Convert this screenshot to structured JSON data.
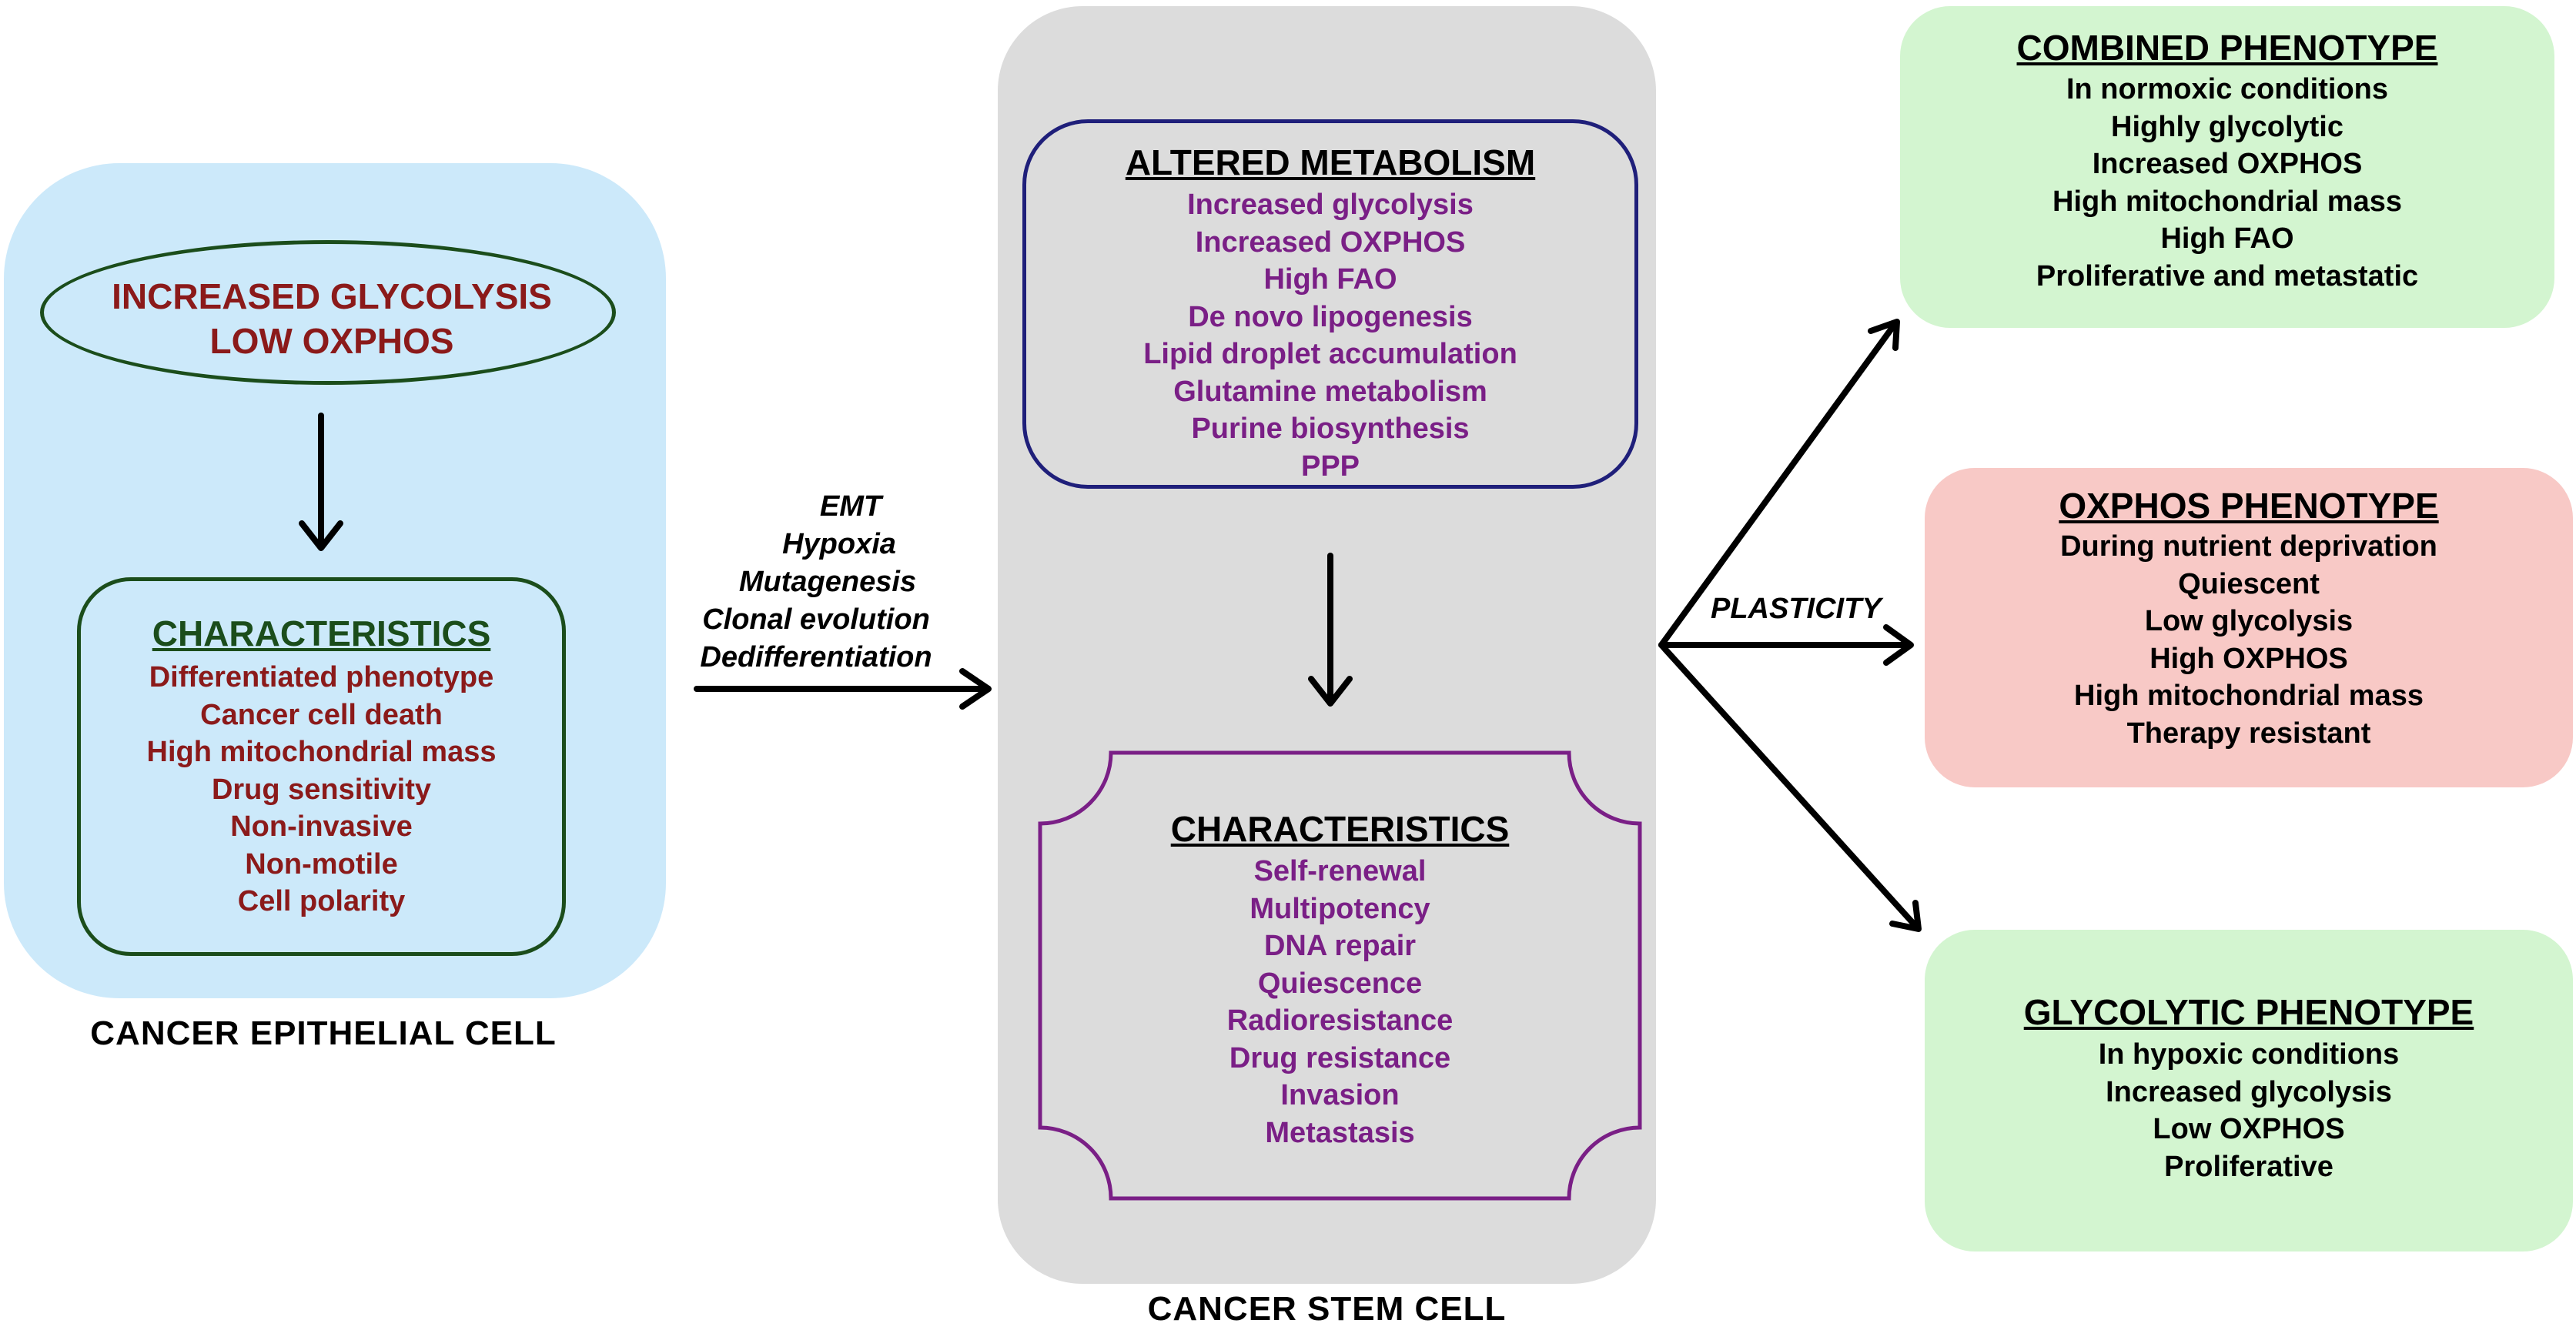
{
  "epithelial": {
    "caption": "CANCER  EPITHELIAL CELL",
    "oval_lines": [
      "INCREASED GLYCOLYSIS",
      "LOW OXPHOS"
    ],
    "characteristics_title": "CHARACTERISTICS",
    "characteristics": [
      "Differentiated phenotype",
      "Cancer cell death",
      "High mitochondrial mass",
      "Drug sensitivity",
      "Non-invasive",
      "Non-motile",
      "Cell polarity"
    ]
  },
  "transition": {
    "items": [
      "EMT",
      "Hypoxia",
      "Mutagenesis",
      "Clonal evolution",
      "Dedifferentiation"
    ]
  },
  "stem": {
    "caption": "CANCER  STEM CELL",
    "metabolism_title": "ALTERED METABOLISM",
    "metabolism": [
      "Increased glycolysis",
      "Increased OXPHOS",
      "High FAO",
      "De novo lipogenesis",
      "Lipid droplet accumulation",
      "Glutamine metabolism",
      "Purine biosynthesis",
      "PPP"
    ],
    "characteristics_title": "CHARACTERISTICS",
    "characteristics": [
      "Self-renewal",
      "Multipotency",
      "DNA repair",
      "Quiescence",
      "Radioresistance",
      "Drug resistance",
      "Invasion",
      "Metastasis"
    ]
  },
  "plasticity_label": "PLASTICITY",
  "phenotypes": {
    "combined": {
      "title": "COMBINED PHENOTYPE",
      "items": [
        "In normoxic conditions",
        "Highly glycolytic",
        "Increased OXPHOS",
        "High mitochondrial mass",
        "High FAO",
        "Proliferative and metastatic"
      ]
    },
    "oxphos": {
      "title": "OXPHOS PHENOTYPE",
      "items": [
        "During nutrient deprivation",
        "Quiescent",
        "Low glycolysis",
        "High OXPHOS",
        "High mitochondrial mass",
        "Therapy resistant"
      ]
    },
    "glycolytic": {
      "title": "GLYCOLYTIC PHENOTYPE",
      "items": [
        "In hypoxic conditions",
        "Increased glycolysis",
        "Low OXPHOS",
        "Proliferative"
      ]
    }
  },
  "colors": {
    "epithelial_bg": "#cce9fa",
    "stem_bg": "#dcdcdc",
    "combined_bg": "#d3f5d0",
    "oxphos_bg": "#f8c9c6",
    "glycolytic_bg": "#d3f5d0",
    "dark_red": "#8b1a1a",
    "purple": "#7a1f86",
    "dark_green": "#1b4d1b",
    "navy": "#1f1f7a"
  }
}
